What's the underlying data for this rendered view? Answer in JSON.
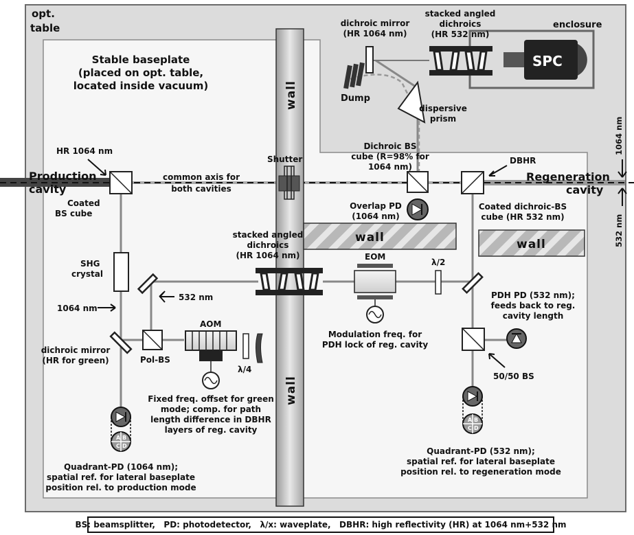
{
  "labels": {
    "opt_table": [
      "opt.",
      "table"
    ],
    "baseplate": [
      "Stable baseplate",
      "(placed on opt. table,",
      "located inside vacuum)"
    ],
    "wall": "wall",
    "production_cavity": [
      "Production",
      "cavity"
    ],
    "regeneration_cavity": [
      "Regeneration",
      "cavity"
    ],
    "hr1064": "HR 1064 nm",
    "common_axis": [
      "common axis for",
      "both cavities"
    ],
    "shutter": "Shutter",
    "coated_bs": [
      "Coated",
      "BS cube"
    ],
    "dichroic_bs": [
      "Dichroic BS",
      "cube (R=98% for",
      "1064 nm)"
    ],
    "dbhr": "DBHR",
    "coated_dichroic_bs": [
      "Coated dichroic-BS",
      "cube (HR 532 nm)"
    ],
    "overlap_pd": [
      "Overlap PD",
      "(1064 nm)"
    ],
    "dichroic_mirror_top": [
      "dichroic mirror",
      "(HR 1064 nm)"
    ],
    "stacked_top": [
      "stacked angled",
      "dichroics",
      "(HR 532 nm)"
    ],
    "enclosure": "enclosure",
    "spc": "SPC",
    "dump": "Dump",
    "dispersive_prism": [
      "dispersive",
      "prism"
    ],
    "stacked_mid": [
      "stacked angled",
      "dichroics",
      "(HR 1064 nm)"
    ],
    "eom": "EOM",
    "half_wave": "λ/2",
    "shg": [
      "SHG",
      "crystal"
    ],
    "nm1064": "1064 nm",
    "nm532": "532 nm",
    "aom": "AOM",
    "quarter_wave": "λ/4",
    "dichroic_mirror_green": [
      "dichroic mirror",
      "(HR for green)"
    ],
    "pol_bs": "Pol-BS",
    "fixed_freq": [
      "Fixed freq. offset for green",
      "mode; comp. for path",
      "length difference in DBHR",
      "layers of reg. cavity"
    ],
    "modulation": [
      "Modulation freq. for",
      "PDH lock of reg. cavity"
    ],
    "pdh_pd": [
      "PDH PD (532 nm);",
      "feeds back to reg.",
      "cavity length"
    ],
    "bs5050": "50/50 BS",
    "quadrant_1064": [
      "Quadrant-PD (1064 nm);",
      "spatial ref. for lateral baseplate",
      "position rel. to production mode"
    ],
    "quadrant_532": [
      "Quadrant-PD (532 nm);",
      "spatial ref. for lateral baseplate",
      "position rel. to regeneration mode"
    ],
    "right_1064": "1064 nm",
    "right_532": "532 nm",
    "quad_letters": [
      "A",
      "B",
      "C",
      "D"
    ]
  },
  "legend": "BS: beamsplitter,   PD: photodetector,   λ/x: waveplate,   DBHR: high reflectivity (HR) at 1064 nm+532 nm"
}
